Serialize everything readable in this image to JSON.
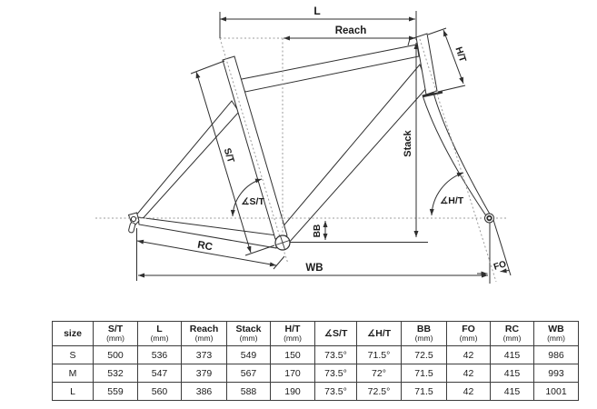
{
  "diagram": {
    "labels": {
      "top_length": "L",
      "reach": "Reach",
      "head_tube": "H/T",
      "seat_tube": "S/T",
      "stack": "Stack",
      "bb_drop": "BB",
      "rear_center": "RC",
      "wheelbase": "WB",
      "seat_angle": "∡S/T",
      "head_angle": "∡H/T",
      "fork_offset": "FO"
    }
  },
  "colors": {
    "background": "#ffffff",
    "line": "#2f2f2f",
    "guide": "#9b9b9b",
    "text": "#1b1b1b",
    "table_border": "#3c3c3c"
  },
  "table": {
    "columns": [
      {
        "label": "size",
        "unit": ""
      },
      {
        "label": "S/T",
        "unit": "(mm)"
      },
      {
        "label": "L",
        "unit": "(mm)"
      },
      {
        "label": "Reach",
        "unit": "(mm)"
      },
      {
        "label": "Stack",
        "unit": "(mm)"
      },
      {
        "label": "H/T",
        "unit": "(mm)"
      },
      {
        "label": "∡S/T",
        "unit": ""
      },
      {
        "label": "∡H/T",
        "unit": ""
      },
      {
        "label": "BB",
        "unit": "(mm)"
      },
      {
        "label": "FO",
        "unit": "(mm)"
      },
      {
        "label": "RC",
        "unit": "(mm)"
      },
      {
        "label": "WB",
        "unit": "(mm)"
      }
    ],
    "rows": [
      {
        "size": "S",
        "values": [
          "500",
          "536",
          "373",
          "549",
          "150",
          "73.5°",
          "71.5°",
          "72.5",
          "42",
          "415",
          "986"
        ]
      },
      {
        "size": "M",
        "values": [
          "532",
          "547",
          "379",
          "567",
          "170",
          "73.5°",
          "72°",
          "71.5",
          "42",
          "415",
          "993"
        ]
      },
      {
        "size": "L",
        "values": [
          "559",
          "560",
          "386",
          "588",
          "190",
          "73.5°",
          "72.5°",
          "71.5",
          "42",
          "415",
          "1001"
        ]
      }
    ]
  }
}
